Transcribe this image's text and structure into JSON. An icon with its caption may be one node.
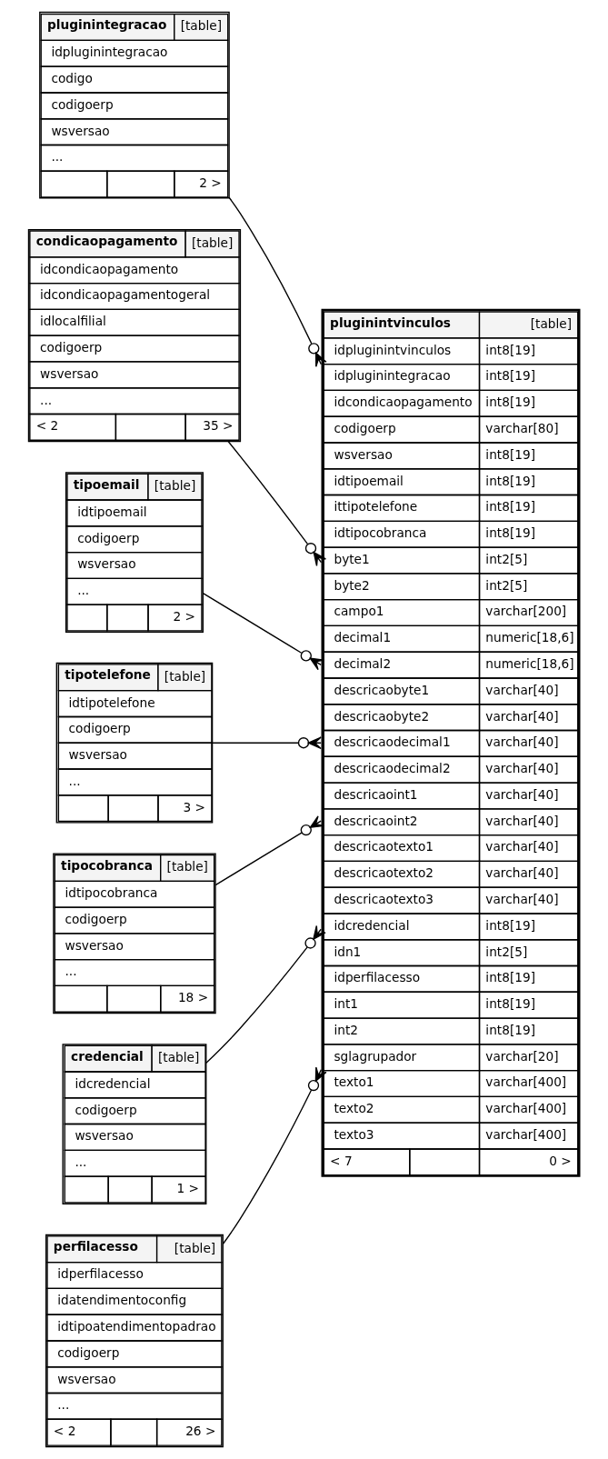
{
  "diagram": {
    "nodes": [
      {
        "text": [
          "pluginintegracao",
          "[table]",
          "idpluginintegracao",
          "codigo",
          "codigoerp",
          "wsversao",
          "...",
          "2 >"
        ]
      },
      {
        "text": [
          "condicaopagamento",
          "[table]",
          "idcondicaopagamento",
          "idcondicaopagamentogeral",
          "idlocalfilial",
          "codigoerp",
          "wsversao",
          "...",
          "< 2",
          "35 >"
        ]
      },
      {
        "text": [
          "pluginintvinculos",
          "[table]",
          "idpluginintvinculos",
          "int8[19]",
          "idpluginintegracao",
          "int8[19]",
          "idcondicaopagamento",
          "int8[19]",
          "codigoerp",
          "varchar[80]",
          "wsversao",
          "int8[19]",
          "idtipoemail",
          "int8[19]",
          "ittipotelefone",
          "int8[19]",
          "idtipocobranca",
          "int8[19]",
          "byte1",
          "int2[5]",
          "byte2",
          "int2[5]",
          "campo1",
          "varchar[200]",
          "decimal1",
          "numeric[18,6]",
          "decimal2",
          "numeric[18,6]",
          "descricaobyte1",
          "varchar[40]",
          "descricaobyte2",
          "varchar[40]",
          "descricaodecimal1",
          "varchar[40]",
          "descricaodecimal2",
          "varchar[40]",
          "descricaoint1",
          "varchar[40]",
          "descricaoint2",
          "varchar[40]",
          "descricaotexto1",
          "varchar[40]",
          "descricaotexto2",
          "varchar[40]",
          "descricaotexto3",
          "varchar[40]",
          "idcredencial",
          "int8[19]",
          "idn1",
          "int2[5]",
          "idperfilacesso",
          "int8[19]",
          "int1",
          "int8[19]",
          "int2",
          "int8[19]",
          "sglagrupador",
          "varchar[20]",
          "texto1",
          "varchar[400]",
          "texto2",
          "varchar[400]",
          "texto3",
          "varchar[400]",
          "< 7",
          "0 >"
        ]
      },
      {
        "text": [
          "tipoemail",
          "[table]",
          "idtipoemail",
          "codigoerp",
          "wsversao",
          "...",
          "2 >"
        ]
      },
      {
        "text": [
          "tipotelefone",
          "[table]",
          "idtipotelefone",
          "codigoerp",
          "wsversao",
          "...",
          "3 >"
        ]
      },
      {
        "text": [
          "tipocobranca",
          "[table]",
          "idtipocobranca",
          "codigoerp",
          "wsversao",
          "...",
          "18 >"
        ]
      },
      {
        "text": [
          "credencial",
          "[table]",
          "idcredencial",
          "codigoerp",
          "wsversao",
          "...",
          "1 >"
        ]
      },
      {
        "text": [
          "perfilacesso",
          "[table]",
          "idperfilacesso",
          "idatendimentoconfig",
          "idtipoatendimentopadrao",
          "codigoerp",
          "wsversao",
          "...",
          "< 2",
          "26 >"
        ]
      }
    ],
    "edges": [
      {
        "from": 2,
        "to": 0,
        "arrow": "other"
      },
      {
        "from": 2,
        "to": 1,
        "arrow": "other"
      },
      {
        "from": 2,
        "to": 3,
        "arrow": "other"
      },
      {
        "from": 2,
        "to": 4,
        "arrow": "other"
      },
      {
        "from": 2,
        "to": 5,
        "arrow": "other"
      },
      {
        "from": 2,
        "to": 6,
        "arrow": "other"
      },
      {
        "from": 2,
        "to": 7,
        "arrow": "other"
      }
    ]
  }
}
